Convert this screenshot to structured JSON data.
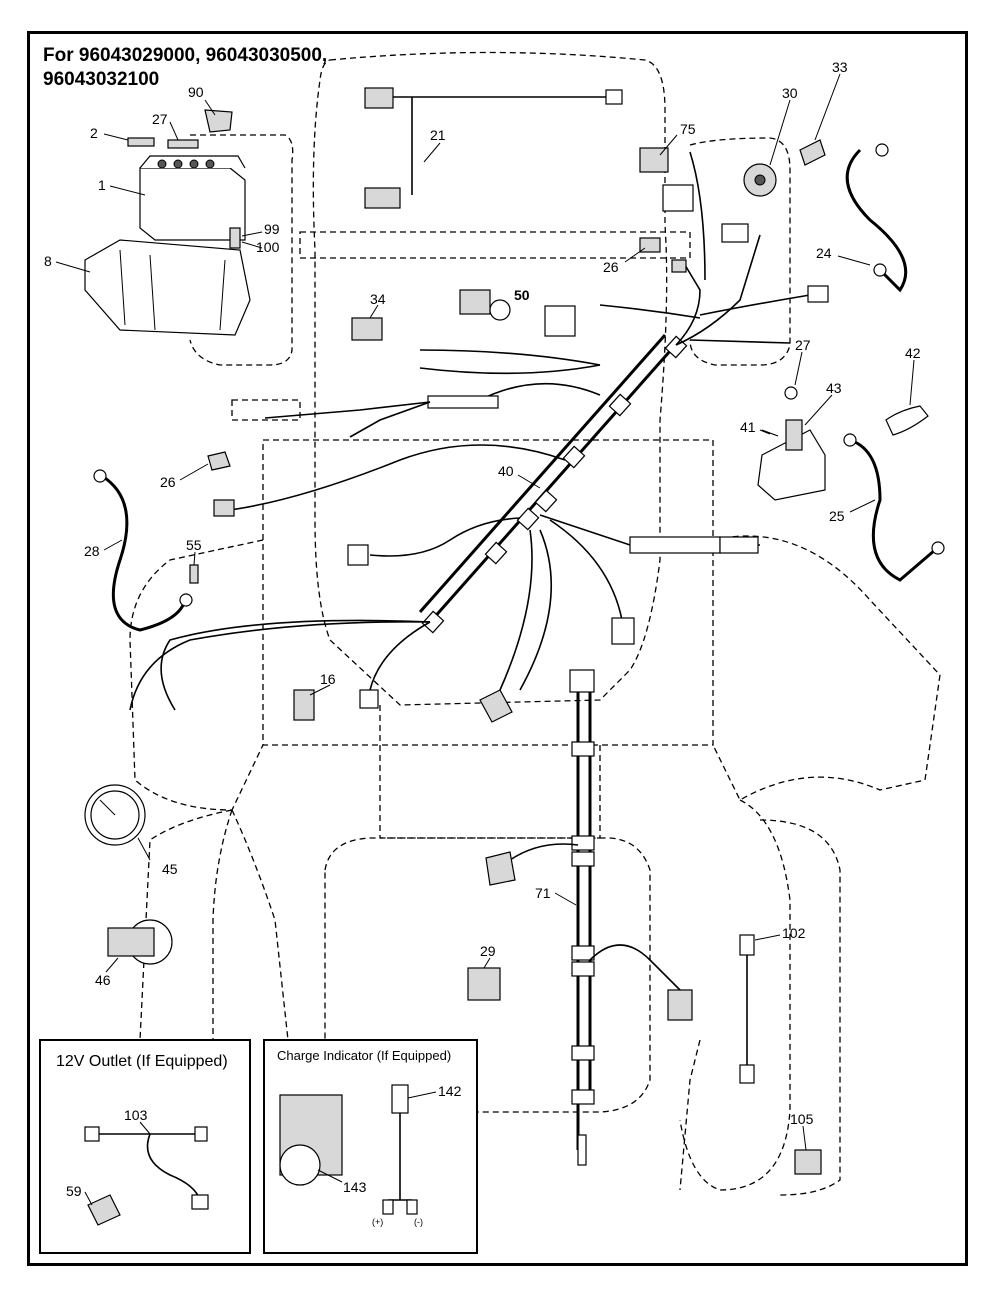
{
  "heading": {
    "line1": "For 96043029000, 96043030500,",
    "line2": "96043032100"
  },
  "callouts": [
    "90",
    "2",
    "27",
    "1",
    "99",
    "100",
    "8",
    "21",
    "75",
    "30",
    "33",
    "24",
    "26",
    "34",
    "50",
    "27",
    "42",
    "43",
    "41",
    "25",
    "26",
    "40",
    "28",
    "55",
    "16",
    "45",
    "71",
    "29",
    "46",
    "102",
    "105"
  ],
  "insets": {
    "outlet": {
      "title": "12V Outlet (If Equipped)",
      "part_a": "103",
      "part_b": "59"
    },
    "charge": {
      "title": "Charge Indicator (If Equipped)",
      "part_a": "142",
      "part_b": "143",
      "plus": "(+)",
      "minus": "(-)"
    }
  }
}
